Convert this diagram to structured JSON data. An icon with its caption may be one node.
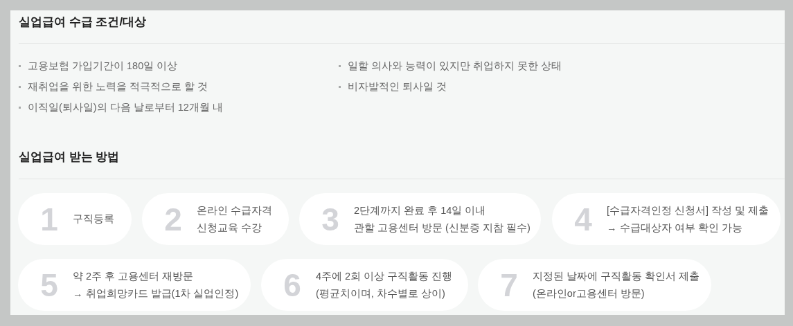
{
  "diagram": {
    "title": "실업급여 수급 조건/대상",
    "nodes": [
      {
        "text": [
          "1",
          "구직등록"
        ]
      },
      {
        "text": [
          "2",
          "온라인 수급자격",
          "신청교육 수강"
        ]
      },
      {
        "text": [
          "3",
          "2단계까지 완료 후 14일 이내",
          "관할 고용센터 방문 (신분증 지참 필수)"
        ]
      },
      {
        "text": [
          "4",
          "[수급자격인정 신청서] 작성 및 제출",
          "→ 수급대상자 여부 확인 가능"
        ]
      },
      {
        "text": [
          "5",
          "약 2주 후 고용센터 재방문",
          "→ 취업희망카드 발급(1차 실업인정)"
        ]
      },
      {
        "text": [
          "6",
          "4주에 2회 이상 구직활동 진행",
          "(평균치이며, 차수별로 상이)"
        ]
      },
      {
        "text": [
          "7",
          "지정된 날짜에 구직활동 확인서 제출",
          "(온라인or고용센터 방문)"
        ]
      }
    ],
    "labels": [
      "고용보험 가입기간이 180일 이상",
      "일할 의사와 능력이 있지만 취업하지 못한 상태",
      "재취업을 위한 노력을 적극적으로 할 것",
      "비자발적인 퇴사일 것",
      "이직일(퇴사일)의 다음 날로부터 12개월 내",
      "실업급여 받는 방법"
    ]
  }
}
